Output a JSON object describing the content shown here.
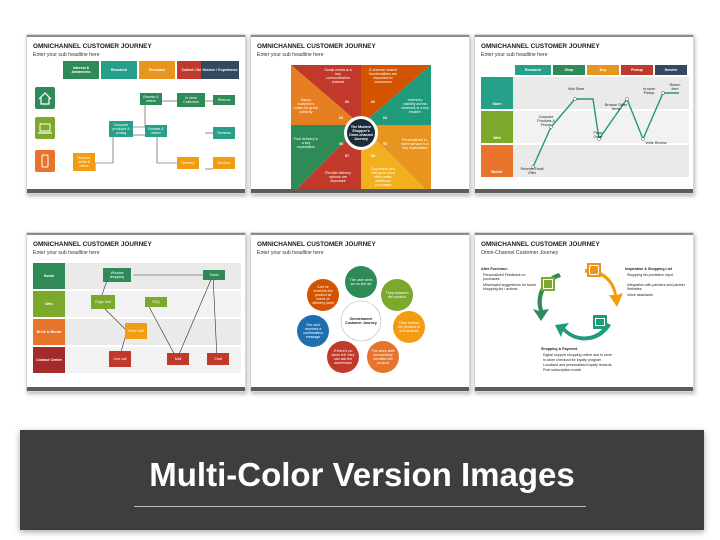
{
  "common": {
    "slide_title": "OMNICHANNEL CUSTOMER JOURNEY",
    "slide_subtitle": "Enter your sub headline here"
  },
  "slide1": {
    "stages": [
      "Interest & Awareness",
      "Research",
      "Purchase",
      "Collect / Deliver",
      "Service / Experience"
    ],
    "boxes": {
      "browse_select_1": "Browse & select",
      "in_store_collection": "In store Collection",
      "returns": "Returns",
      "compare_products": "Compare products & pricing",
      "browse_select_2": "Browse & select",
      "reviews": "Reviews",
      "receive_alerts": "Receive alerts & offers",
      "delivery": "Delivery",
      "devices": "Devices"
    },
    "colors": {
      "green": "#2e8b57",
      "orange": "#f39c12"
    }
  },
  "slide2": {
    "center": "The Modern Shopper's Omni-channel Journey",
    "numbers": [
      "01",
      "02",
      "03",
      "04",
      "05",
      "06",
      "07",
      "08"
    ],
    "texts": [
      "Social media is a key communication channel",
      "E-channel search functionalities are important to consumers",
      "Inventory visibility across channels is a key enabler",
      "Personalized in-store service is a key expectation",
      "Customers who visit up to store often make additional purchases",
      "Flexible delivery options are important",
      "Fast delivery is a key expectation",
      "Happy customers make for great publicity"
    ]
  },
  "slide3": {
    "stages": [
      "Research",
      "Shop",
      "Buy",
      "Pickup",
      "Service"
    ],
    "channels": [
      "Store",
      "Web",
      "Mobile"
    ],
    "points": [
      "Compare Products & Prices",
      "Visit Store",
      "Browse Other Items",
      "In-store Pickup",
      "Return Item",
      "Place Order",
      "Write Review",
      "Receive Email Offer"
    ]
  },
  "slide4": {
    "rows": [
      "Social",
      "Web",
      "Brick & Mortar",
      "Contact Centre"
    ],
    "boxes": [
      "Window shopping",
      "Tweet",
      "Page visit",
      "FAQ",
      "Store visit",
      "Live call",
      "Mail",
      "Chat"
    ]
  },
  "slide5": {
    "center": "Omnichannel Customer Journey",
    "petals": [
      "The user sees an on-line ad",
      "They research the product",
      "They receive the product at a local store",
      "The store staff immediately identifies the product",
      "If there's no stock left, they can ask the warehouse",
      "The user receives a confirmation message",
      "And he receives the product at home or delivery point"
    ]
  },
  "slide6": {
    "subtitle": "Omni-Channel Customer Journey",
    "after_title": "After Purchase:",
    "after_items": [
      "Personalized Feedback on purchases",
      "Meaningful suggestions for future shopping list / actions"
    ],
    "insp_title": "Inspiration & Shopping List",
    "insp_items": [
      "Shopping list predictive input",
      "Integration with partners and partner Websites",
      "Voice assistants"
    ],
    "shop_title": "Shopping & Payment",
    "shop_items": [
      "Digital support shopping online and in store",
      "In-store checkout for loyalty program",
      "Localized and personalized loyalty rewards",
      "Post subscription model"
    ]
  },
  "banner": {
    "title": "Multi-Color Version Images"
  }
}
